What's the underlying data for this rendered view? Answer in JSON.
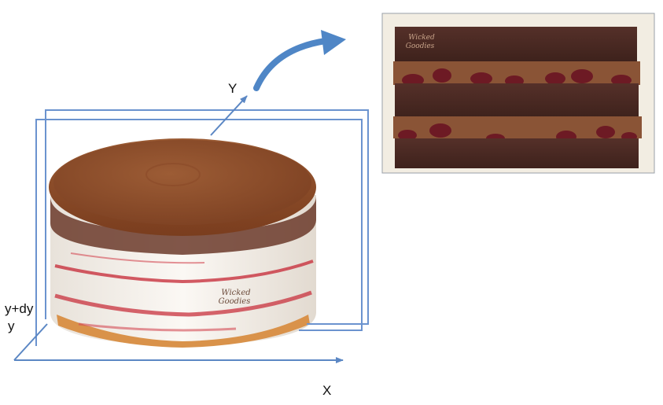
{
  "labels": {
    "y_arrow": "Y",
    "y_dy": "y+dy",
    "y": "y",
    "x_axis": "X"
  },
  "watermarks": {
    "cake_logo": "Wicked Goodies",
    "slice_logo": "Wicked Goodies"
  },
  "colors": {
    "axis_blue": "#5b87c4",
    "frame_blue": "#6b93cf",
    "curved_arrow": "#4f86c6",
    "sponge_dark": "#4a2a22",
    "mousse": "#8a5436",
    "cherry": "#6d1a24",
    "cake_top": "#8f4e2a",
    "cream": "#f4f0ea",
    "berry_red": "#c8323e",
    "base_golden": "#d9924a"
  },
  "icons": {
    "curved_arrow": "curved-up-right-arrow-icon"
  }
}
